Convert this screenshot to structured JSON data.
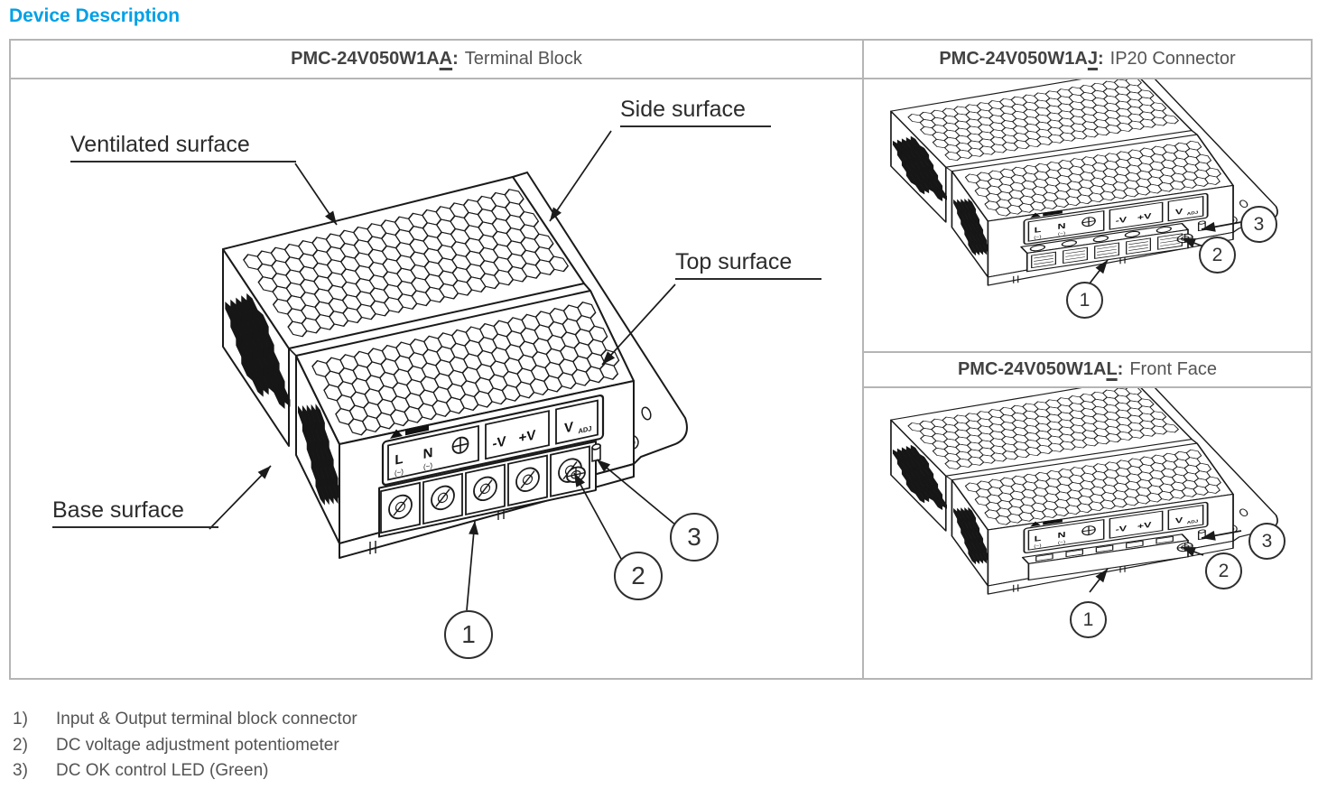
{
  "page": {
    "title": "Device Description"
  },
  "panels": {
    "terminal_block": {
      "model": "PMC-24V050W1A",
      "model_suffix": "A",
      "colon": ":",
      "variant": "Terminal Block",
      "labels": {
        "ventilated": "Ventilated surface",
        "side": "Side surface",
        "top": "Top surface",
        "base": "Base surface"
      },
      "callouts": [
        "1",
        "2",
        "3"
      ]
    },
    "ip20": {
      "model": "PMC-24V050W1A",
      "model_suffix": "J",
      "colon": ":",
      "variant": "IP20 Connector",
      "callouts": [
        "1",
        "2",
        "3"
      ]
    },
    "front_face": {
      "model": "PMC-24V050W1A",
      "model_suffix": "L",
      "colon": ":",
      "variant": "Front Face",
      "callouts": [
        "1",
        "2",
        "3"
      ]
    }
  },
  "device_markings": {
    "line": "L",
    "line_sub": "(~)",
    "neutral": "N",
    "neutral_sub": "(~)",
    "minus_v": "-V",
    "plus_v": "+V",
    "vadj": "V",
    "vadj_sub": "ADJ"
  },
  "legend": {
    "items": [
      {
        "num": "1)",
        "text": "Input & Output terminal block connector"
      },
      {
        "num": "2)",
        "text": "DC voltage adjustment potentiometer"
      },
      {
        "num": "3)",
        "text": "DC OK control LED (Green)"
      }
    ]
  },
  "colors": {
    "title": "#00A0E6",
    "line": "#1A1A1A",
    "border": "#B5B5B5",
    "text": "#555555"
  }
}
